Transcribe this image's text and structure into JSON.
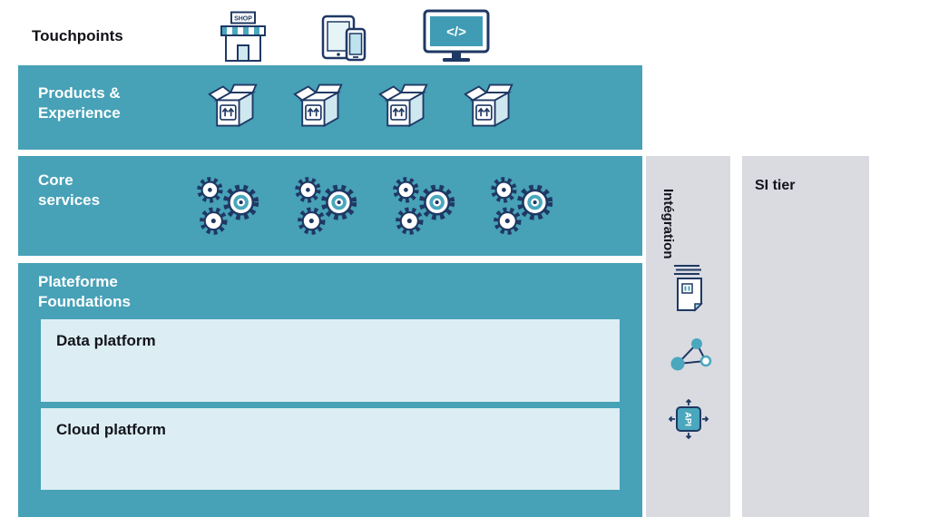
{
  "colors": {
    "teal_band": "#47a1b7",
    "light_subband": "#dceef3",
    "gray_column": "#d9dbe1",
    "icon_navy": "#1f3864",
    "icon_teal": "#4aa7bd"
  },
  "touchpoints": {
    "label": "Touchpoints",
    "shop_sign": "SHOP",
    "code_glyph": "</>"
  },
  "bands": {
    "products_experience": {
      "label": "Products & Experience"
    },
    "core_services": {
      "label": "Core services"
    },
    "foundations": {
      "label": "Plateforme Foundations",
      "children": [
        {
          "label": "Data platform"
        },
        {
          "label": "Cloud platform"
        }
      ]
    }
  },
  "columns": {
    "integration": {
      "label": "Intégration",
      "api_label": "API"
    },
    "si_tier": {
      "label": "SI tier"
    }
  }
}
